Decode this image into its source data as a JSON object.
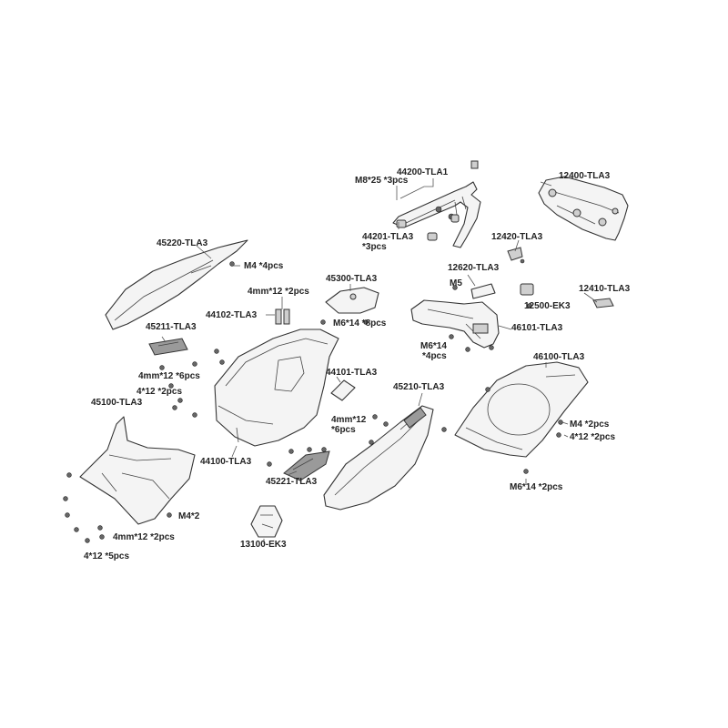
{
  "labels": {
    "p44200": "44200-TLA1",
    "m8_25": "M8*25 *3pcs",
    "p12400": "12400-TLA3",
    "p44201": "44201-TLA3",
    "p44201_qty": "*3pcs",
    "p12420": "12420-TLA3",
    "p45220": "45220-TLA3",
    "m4_4": "M4 *4pcs",
    "p12620": "12620-TLA3",
    "m5": "M5",
    "p12410": "12410-TLA3",
    "p45300": "45300-TLA3",
    "mm4_12_2a": "4mm*12 *2pcs",
    "p12500": "12500-EK3",
    "p44102": "44102-TLA3",
    "m6_14_8": "M6*14 *8pcs",
    "p46101": "46101-TLA3",
    "p45211": "45211-TLA3",
    "m6_14_4": "M6*14",
    "m6_14_4_qty": "*4pcs",
    "p46100": "46100-TLA3",
    "p44101": "44101-TLA3",
    "mm4_12_6": "4mm*12 *6pcs",
    "s4_12_2a": "4*12 *2pcs",
    "p45210": "45210-TLA3",
    "p45100": "45100-TLA3",
    "mm4_12_6b": "4mm*12",
    "mm4_12_6b_qty": "*6pcs",
    "m4_2pcs": "M4 *2pcs",
    "s4_12_2b": "4*12 *2pcs",
    "p44100": "44100-TLA3",
    "p45221": "45221-TLA3",
    "m6_14_2": "M6*14 *2pcs",
    "m4_2": "M4*2",
    "mm4_12_2b": "4mm*12 *2pcs",
    "p13100": "13100-EK3",
    "s4_12_5": "4*12 *5pcs"
  }
}
